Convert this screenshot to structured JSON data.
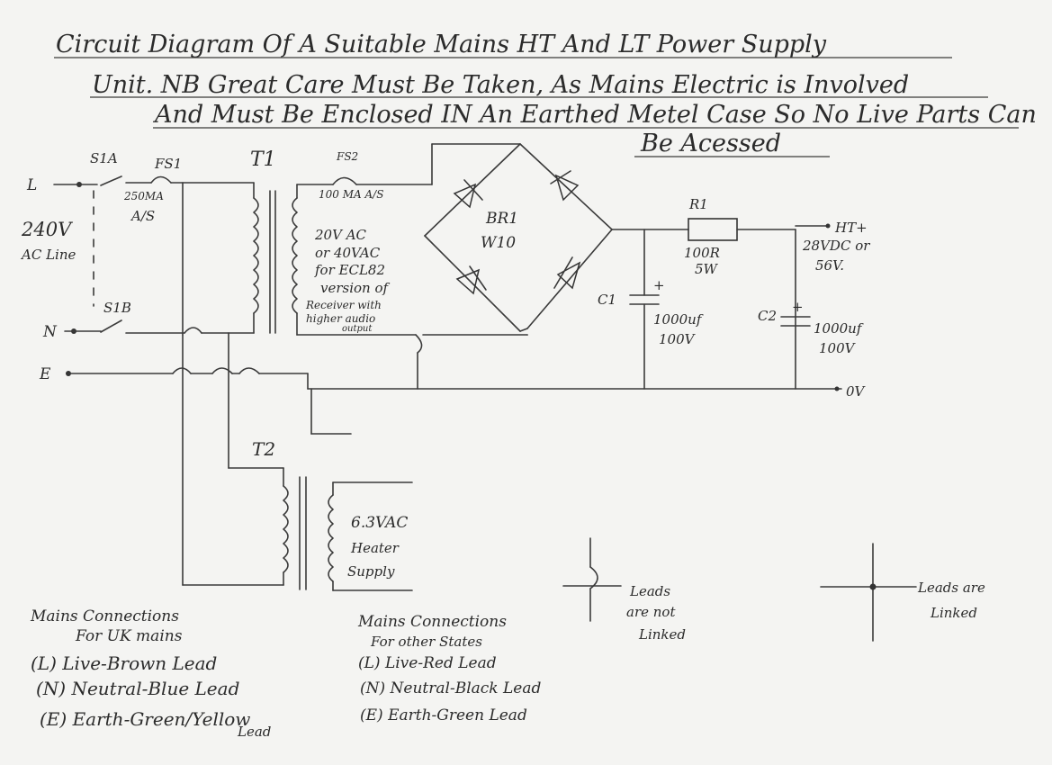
{
  "title_lines": [
    "Circuit Diagram Of A Suitable Mains HT And LT Power Supply",
    "Unit. NB Great Care Must Be Taken, As Mains Electric is Involved",
    "And Must Be Enclosed IN An Earthed Metel Case So No Live Parts Can",
    "Be Acessed"
  ],
  "inputs": {
    "live": "L",
    "neutral": "N",
    "earth": "E",
    "supply_line1": "240V",
    "supply_line2": "AC Line"
  },
  "components": {
    "s1a": "S1A",
    "s1b": "S1B",
    "fs1": "FS1",
    "fs1_rating_1": "250MA",
    "fs1_rating_2": "A/S",
    "t1": "T1",
    "t2": "T2",
    "fs2": "FS2",
    "fs2_rating": "100 MA A/S",
    "br1": "BR1",
    "br1_type": "W10",
    "r1": "R1",
    "r1_value_1": "100R",
    "r1_value_2": "5W",
    "c1": "C1",
    "c1_value_1": "1000uf",
    "c1_value_2": "100V",
    "c2": "C2",
    "c2_value_1": "1000uf",
    "c2_value_2": "100V"
  },
  "t1_secondary_note": [
    "20V AC",
    "or 40VAC",
    "for ECL82",
    "version of",
    "Receiver with",
    "higher audio",
    "output"
  ],
  "outputs": {
    "ht_label": "HT+",
    "ht_voltage_1": "28VDC or",
    "ht_voltage_2": "56V.",
    "zero_volt": "0V"
  },
  "heater_note": [
    "6.3VAC",
    "Heater",
    "Supply"
  ],
  "legend": {
    "not_linked": [
      "Leads",
      "are not",
      "Linked"
    ],
    "linked": [
      "Leads are",
      "Linked"
    ]
  },
  "uk_mains": {
    "heading_1": "Mains Connections",
    "heading_2": "For UK mains",
    "live": "(L) Live-Brown Lead",
    "neutral": "(N) Neutral-Blue Lead",
    "earth": "(E) Earth-Green/Yellow",
    "earth_cont": "Lead"
  },
  "other_mains": {
    "heading_1": "Mains Connections",
    "heading_2": "For other States",
    "live": "(L) Live-Red Lead",
    "neutral": "(N) Neutral-Black Lead",
    "earth": "(E) Earth-Green Lead"
  }
}
